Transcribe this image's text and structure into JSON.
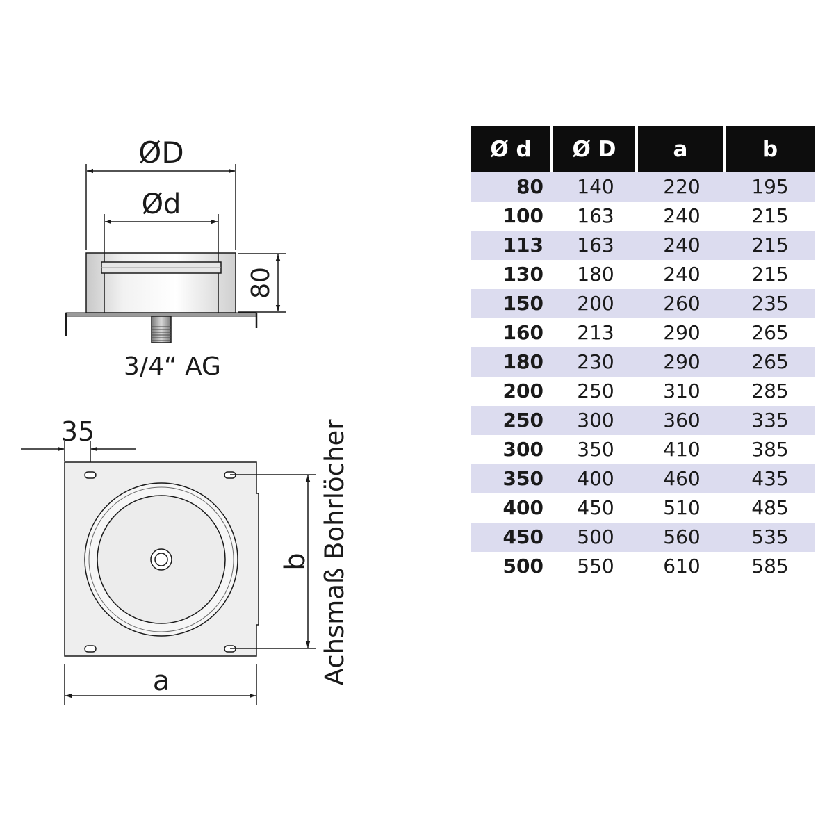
{
  "side_view": {
    "label_outer_diameter": "ØD",
    "label_inner_diameter": "Ød",
    "label_height": "80",
    "label_thread": "3/4“ AG"
  },
  "top_view": {
    "label_edge_offset": "35",
    "label_width": "a",
    "label_hole_spacing": "b",
    "label_hole_axis": "Achsmaß Bohrlöcher"
  },
  "table": {
    "headers": [
      "Ø d",
      "Ø D",
      "a",
      "b"
    ],
    "rows": [
      [
        "80",
        "140",
        "220",
        "195"
      ],
      [
        "100",
        "163",
        "240",
        "215"
      ],
      [
        "113",
        "163",
        "240",
        "215"
      ],
      [
        "130",
        "180",
        "240",
        "215"
      ],
      [
        "150",
        "200",
        "260",
        "235"
      ],
      [
        "160",
        "213",
        "290",
        "265"
      ],
      [
        "180",
        "230",
        "290",
        "265"
      ],
      [
        "200",
        "250",
        "310",
        "285"
      ],
      [
        "250",
        "300",
        "360",
        "335"
      ],
      [
        "300",
        "350",
        "410",
        "385"
      ],
      [
        "350",
        "400",
        "460",
        "435"
      ],
      [
        "400",
        "450",
        "510",
        "485"
      ],
      [
        "450",
        "500",
        "560",
        "535"
      ],
      [
        "500",
        "550",
        "610",
        "585"
      ]
    ]
  },
  "colors": {
    "line": "#1a1a1a",
    "header_bg": "#0d0d0d",
    "row_stripe": "#dcdcef"
  }
}
